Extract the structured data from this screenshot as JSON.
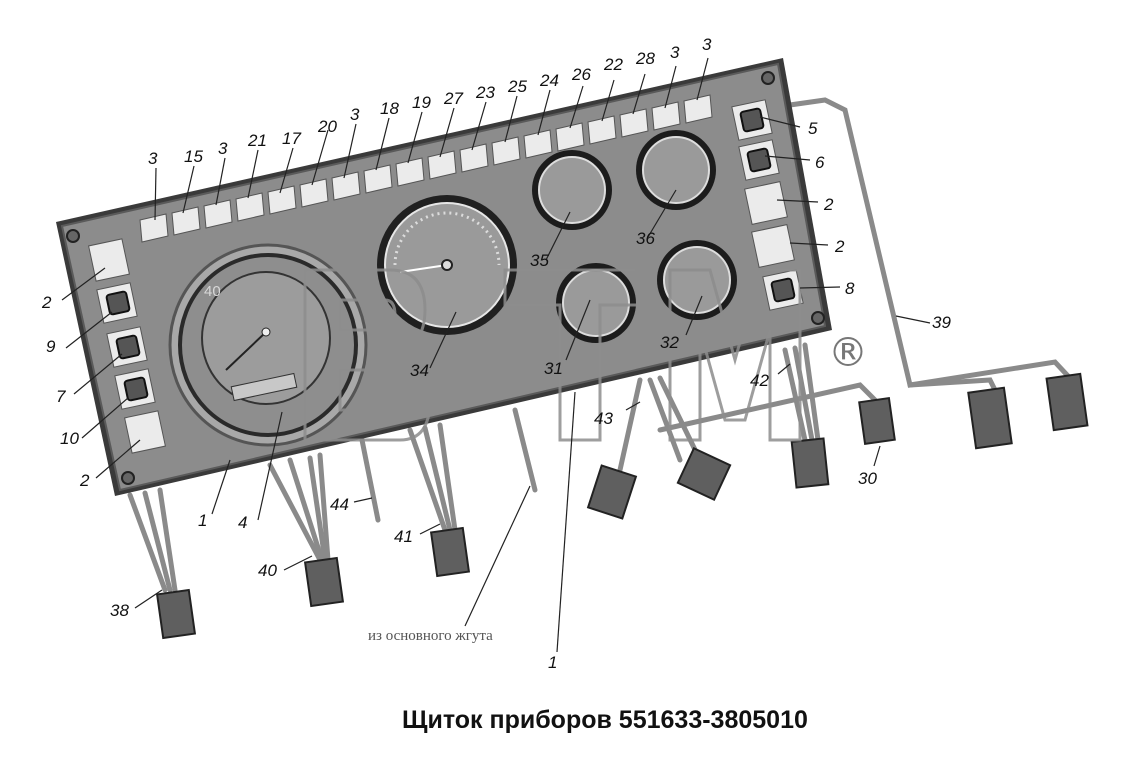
{
  "title": "Щиток приборов 551633-3805010",
  "source_note": "из основного жгута",
  "watermark": "BTM",
  "watermark_mark": "®",
  "speedometer_scale_label": "40",
  "colors": {
    "panel": "#8c8c8c",
    "panel_dark": "#3a3a3a",
    "switch": "#ebebeb",
    "gauge_face": "#9a9a9a",
    "wire": "#8a8a8a",
    "connector": "#5f5f5f",
    "watermark": "#8d8d8d"
  },
  "callouts": {
    "top": [
      "3",
      "15",
      "3",
      "21",
      "17",
      "20",
      "3",
      "18",
      "19",
      "27",
      "23",
      "25",
      "24",
      "26",
      "22",
      "28",
      "3",
      "3"
    ],
    "right": [
      "5",
      "6",
      "2",
      "2",
      "8"
    ],
    "left": [
      "2",
      "9",
      "7",
      "10",
      "2"
    ],
    "gauges": [
      "35",
      "36",
      "34",
      "31",
      "32"
    ],
    "bottom": [
      "1",
      "4",
      "44",
      "41",
      "40",
      "38",
      "1",
      "43",
      "42",
      "30",
      "39"
    ]
  }
}
